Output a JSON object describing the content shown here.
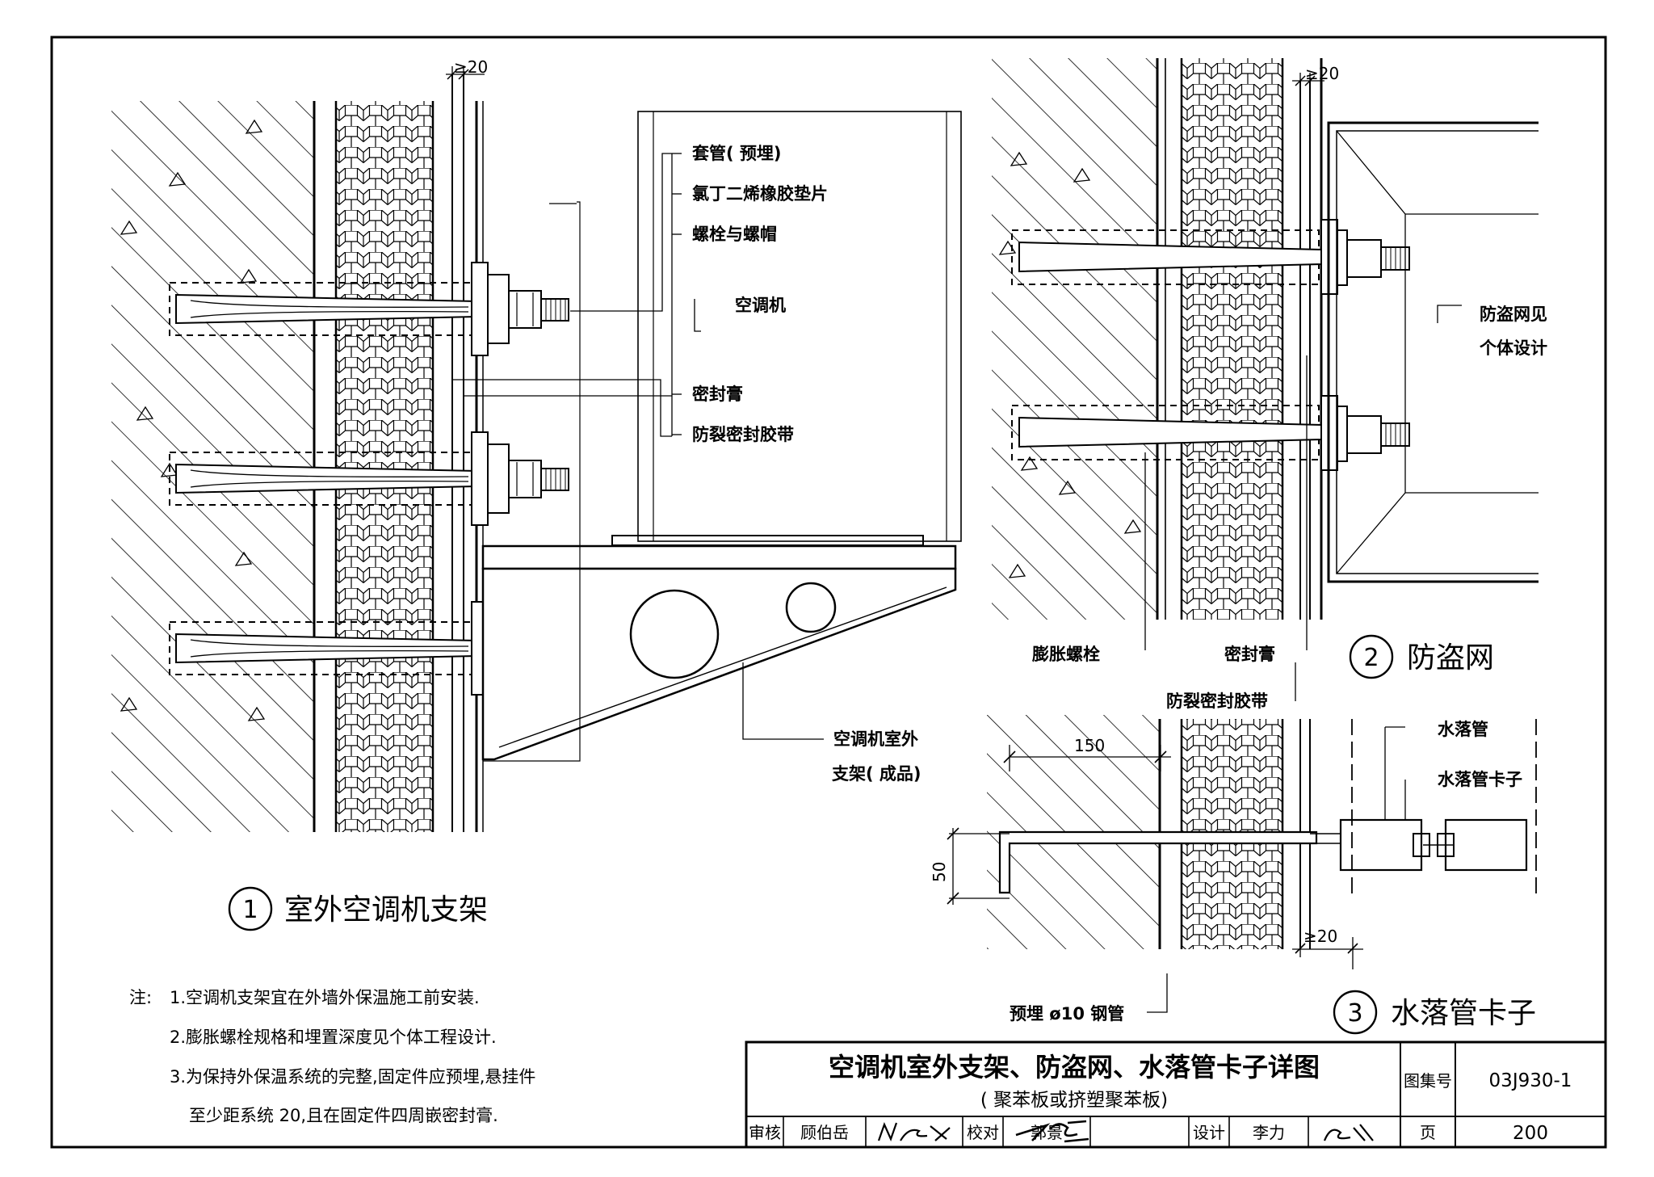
{
  "details": {
    "d1": {
      "number": "1",
      "title": "室外空调机支架",
      "dim_gap": "≥20",
      "labels": {
        "sleeve": "套管( 预埋)",
        "gasket": "氯丁二烯橡胶垫片",
        "bolt_nut": "螺栓与螺帽",
        "ac_unit": "空调机",
        "sealant": "密封膏",
        "crack_tape": "防裂密封胶带",
        "bracket_line1": "空调机室外",
        "bracket_line2": "支架( 成品)"
      }
    },
    "d2": {
      "number": "2",
      "title": "防盗网",
      "dim_gap": "≥20",
      "labels": {
        "net_line1": "防盗网见",
        "net_line2": "个体设计",
        "expansion_bolt": "膨胀螺栓",
        "sealant": "密封膏",
        "crack_tape": "防裂密封胶带"
      }
    },
    "d3": {
      "number": "3",
      "title": "水落管卡子",
      "dim_150": "150",
      "dim_50": "50",
      "dim_gap": "≥20",
      "labels": {
        "downpipe": "水落管",
        "clamp": "水落管卡子",
        "embedded_pipe": "预埋 ø10 钢管"
      }
    }
  },
  "notes": {
    "prefix": "注:",
    "items": [
      "1.空调机支架宜在外墙外保温施工前安装.",
      "2.膨胀螺栓规格和埋置深度见个体工程设计.",
      "3.为保持外保温系统的完整,固定件应预埋,悬挂件",
      "至少距系统 20,且在固定件四周嵌密封膏."
    ]
  },
  "title_block": {
    "title": "空调机室外支架、防盗网、水落管卡子详图",
    "subtitle": "( 聚苯板或挤塑聚苯板)",
    "atlas_label": "图集号",
    "atlas_no": "03J930-1",
    "page_label": "页",
    "page_no": "200",
    "review_label": "审核",
    "review_name": "顾伯岳",
    "check_label": "校对",
    "check_name": "郭景",
    "design_label": "设计",
    "design_name": "李力"
  }
}
